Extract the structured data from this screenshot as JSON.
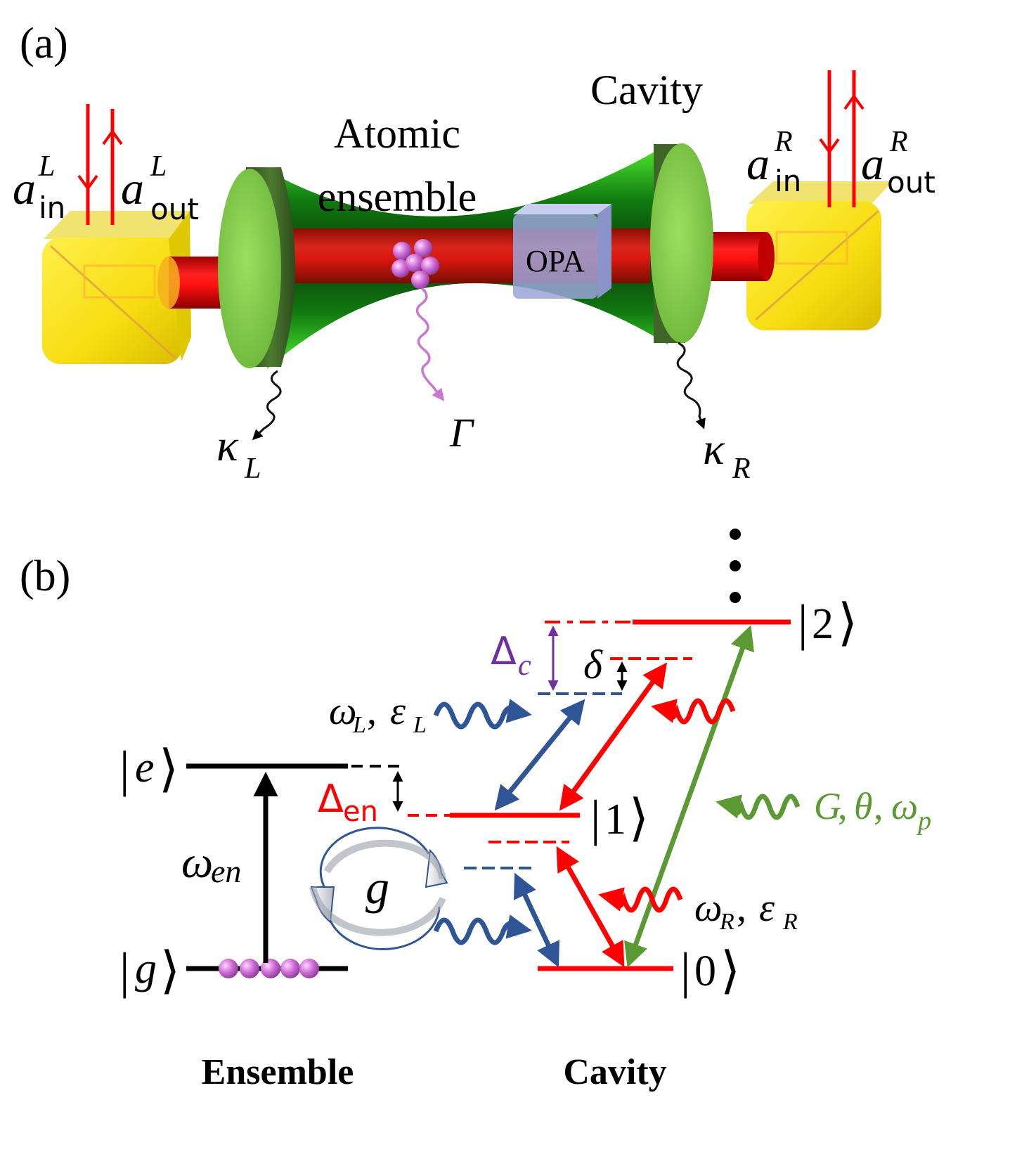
{
  "panel_a": {
    "label": "(a)",
    "cavity_label": "Cavity",
    "ensemble_label_line1": "Atomic",
    "ensemble_label_line2": "ensemble",
    "opa_label": "OPA",
    "left_port": {
      "in_base": "a",
      "in_sup": "L",
      "in_sub": "in",
      "out_base": "a",
      "out_sup": "L",
      "out_sub": "out"
    },
    "right_port": {
      "in_base": "a",
      "in_sup": "R",
      "in_sub": "in",
      "out_base": "a",
      "out_sup": "R",
      "out_sub": "out"
    },
    "loss_left": {
      "base": "κ",
      "sub": "L"
    },
    "loss_right": {
      "base": "κ",
      "sub": "R"
    },
    "atom_decay": "Γ"
  },
  "panel_b": {
    "label": "(b)",
    "dots": "⋮",
    "state_e": {
      "sym": "e"
    },
    "state_g": {
      "sym": "g"
    },
    "state_0": {
      "sym": "0"
    },
    "state_1": {
      "sym": "1"
    },
    "state_2": {
      "sym": "2"
    },
    "omega_en": {
      "base": "ω",
      "sub": "en"
    },
    "delta_en": {
      "base": "Δ",
      "sub": "en"
    },
    "delta_c": {
      "base": "Δ",
      "sub": "c"
    },
    "delta_small": "δ",
    "coupling_g": "g",
    "left_drive": {
      "w": "ω",
      "w_sub": "L",
      "sep": ",",
      "e": "ε",
      "e_sub": "L"
    },
    "right_drive": {
      "w": "ω",
      "w_sub": "R",
      "sep": ",",
      "e": "ε",
      "e_sub": "R"
    },
    "pump": {
      "G": "G",
      "theta": "θ",
      "w": "ω",
      "w_sub": "p",
      "sep": ","
    },
    "ensemble_caption": "Ensemble",
    "cavity_caption": "Cavity",
    "colors": {
      "red": "#ff0000",
      "blue": "#2f5597",
      "green": "#5b9a32",
      "purple": "#7030a0",
      "black": "#000000",
      "atom": "#d070d8"
    }
  }
}
